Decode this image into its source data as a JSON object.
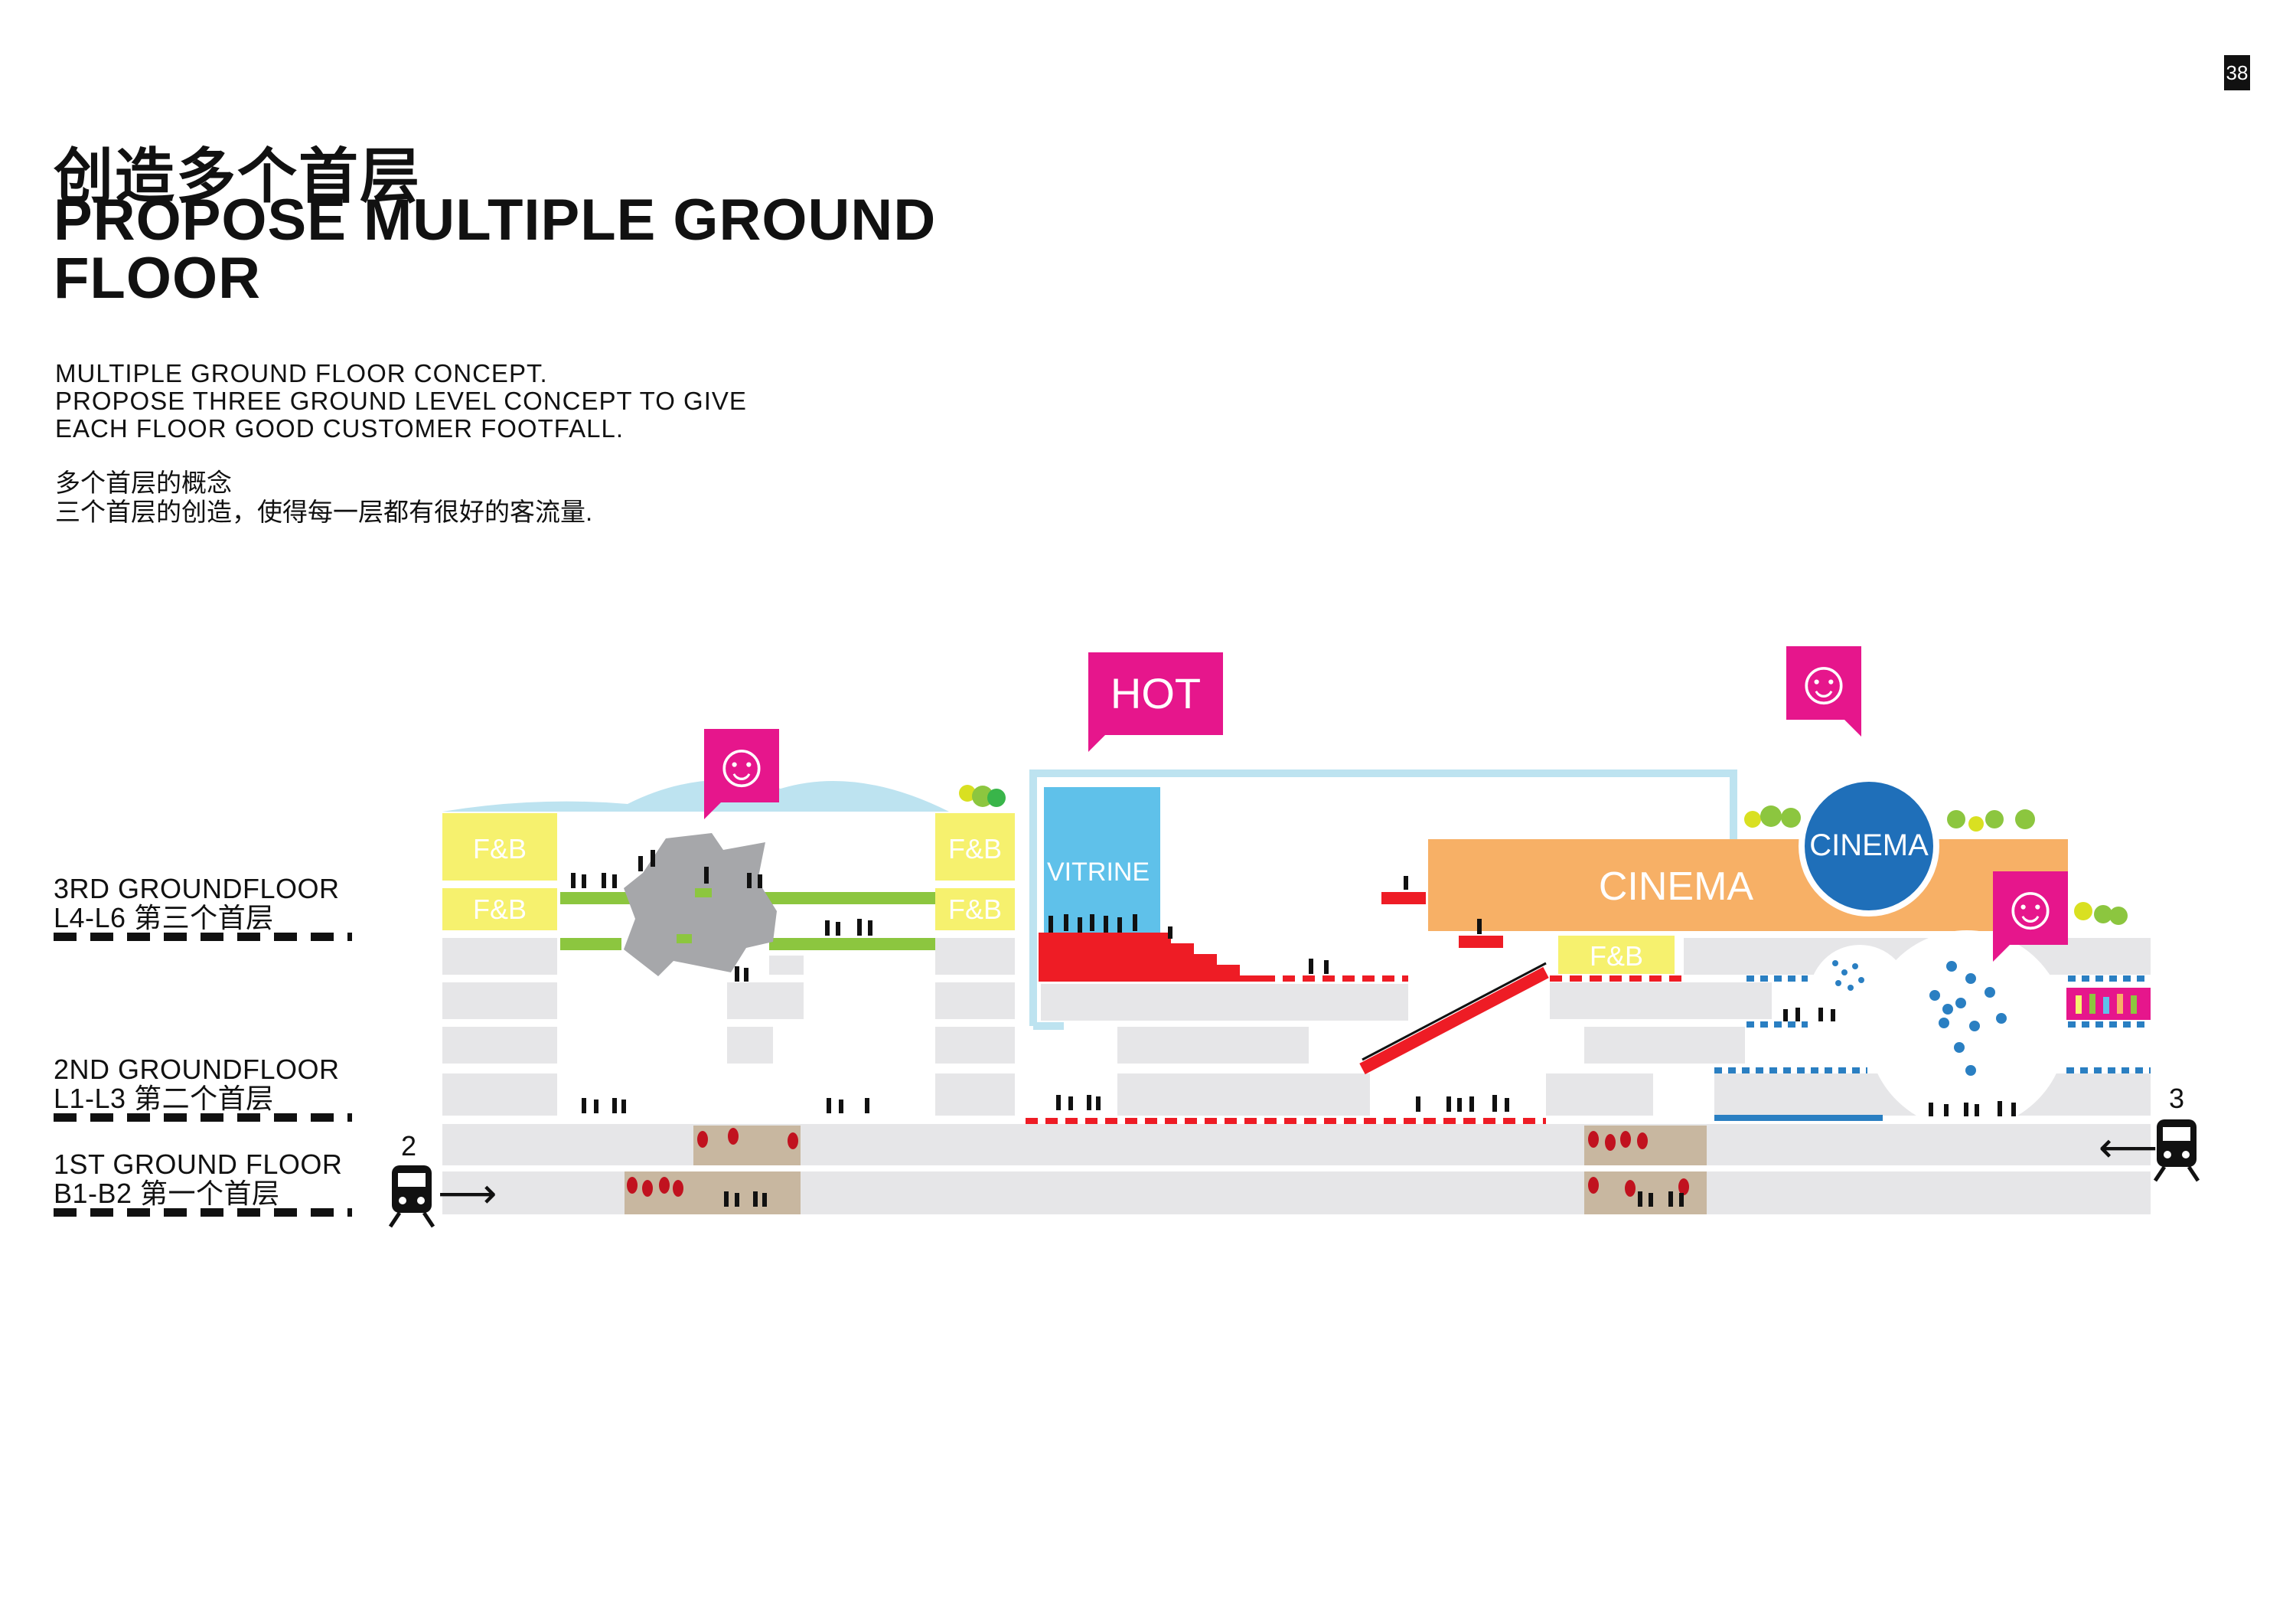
{
  "page": {
    "number": "38"
  },
  "heading": {
    "title_cn": "创造多个首层",
    "title_en": "PROPOSE MULTIPLE GROUND FLOOR"
  },
  "description": {
    "en_lines": [
      "MULTIPLE GROUND FLOOR CONCEPT.",
      "PROPOSE THREE GROUND LEVEL CONCEPT TO GIVE",
      "EACH FLOOR GOOD CUSTOMER FOOTFALL."
    ],
    "cn_lines": [
      "多个首层的概念",
      "三个首层的创造，使得每一层都有很好的客流量."
    ]
  },
  "floors": [
    {
      "name": "3RD GROUNDFLOOR",
      "levels": "L4-L6 第三个首层"
    },
    {
      "name": "2ND GROUNDFLOOR",
      "levels": "L1-L3 第二个首层"
    },
    {
      "name": "1ST GROUND FLOOR",
      "levels": "B1-B2 第一个首层"
    }
  ],
  "diagram": {
    "hot_tag": "HOT",
    "smiley": "☺",
    "fnb_label": "F&B",
    "vitrine_label": "VITRINE",
    "cinema_label": "CINEMA",
    "cinema_circle_label": "CINEMA",
    "station_left": "2",
    "station_right": "3",
    "arrow_right": "⟶",
    "arrow_left": "⟵"
  },
  "colors": {
    "pink": "#e6168c",
    "red": "#ee1c25",
    "green": "#8cc63f",
    "yellow": "#f6f16e",
    "orange": "#f7b066",
    "blue": "#1f6fb9",
    "light_blue": "#5fc1ea",
    "sky": "#bde3f0",
    "grey_block": "#e6e6e8",
    "tan": "#c8b7a0",
    "dots": "#2a7fc2"
  }
}
